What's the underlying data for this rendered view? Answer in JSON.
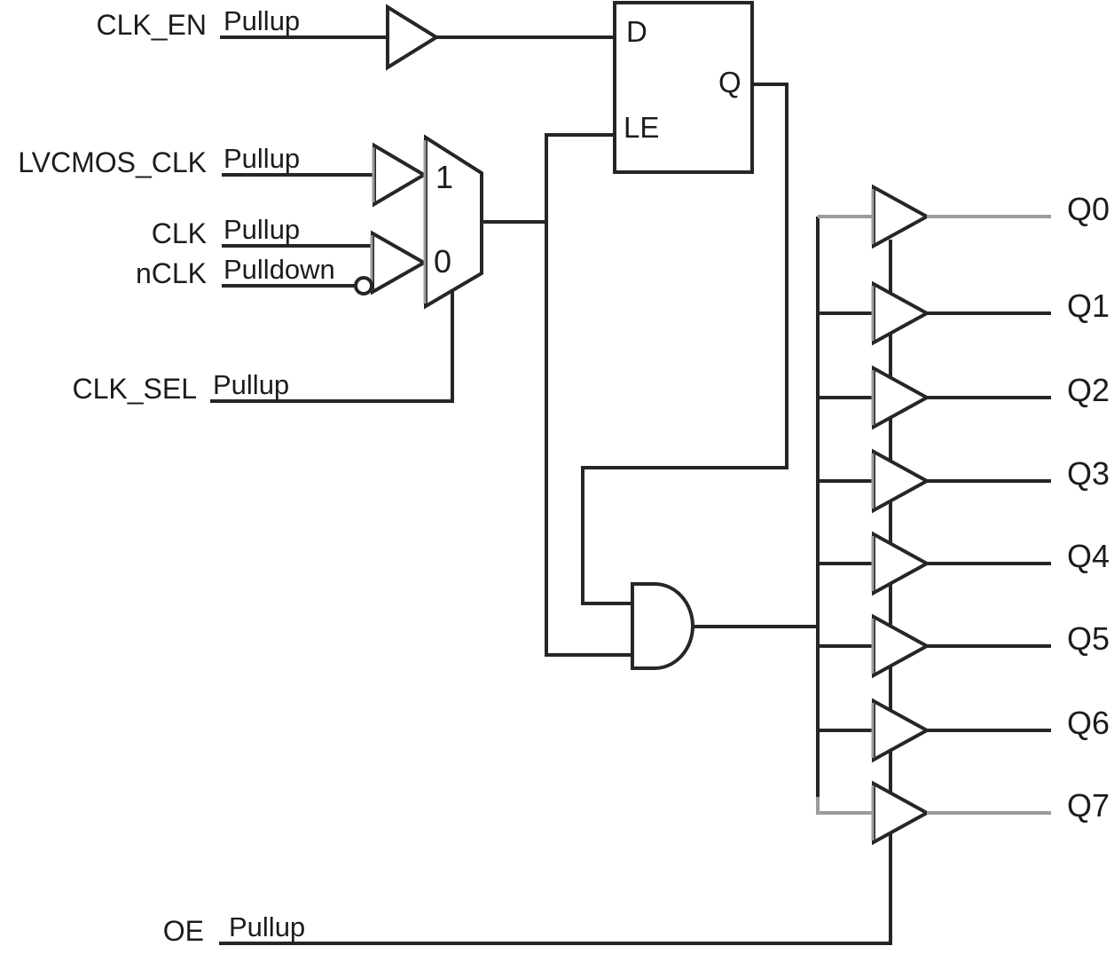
{
  "figure": {
    "type": "circuit-block-diagram",
    "description": "Clock fanout buffer block diagram: input mux, clock-enable latch, AND gate, eight tri-state output buffers",
    "background": "#ffffff",
    "colors": {
      "wire": "#262626",
      "gray_wire": "#9b9b9b",
      "text": "#1c1c1c"
    },
    "inputs": [
      {
        "id": "clk_en",
        "label": "CLK_EN",
        "resistor": "Pullup"
      },
      {
        "id": "lvcmos_clk",
        "label": "LVCMOS_CLK",
        "resistor": "Pullup"
      },
      {
        "id": "clk",
        "label": "CLK",
        "resistor": "Pullup"
      },
      {
        "id": "nclk",
        "label": "nCLK",
        "resistor": "Pulldown"
      },
      {
        "id": "clk_sel",
        "label": "CLK_SEL",
        "resistor": "Pullup"
      },
      {
        "id": "oe",
        "label": "OE",
        "resistor": "Pullup"
      }
    ],
    "latch": {
      "d_label": "D",
      "q_label": "Q",
      "le_label": "LE"
    },
    "mux": {
      "input1_label": "1",
      "input0_label": "0"
    },
    "outputs": [
      {
        "label": "Q0"
      },
      {
        "label": "Q1"
      },
      {
        "label": "Q2"
      },
      {
        "label": "Q3"
      },
      {
        "label": "Q4"
      },
      {
        "label": "Q5"
      },
      {
        "label": "Q6"
      },
      {
        "label": "Q7"
      }
    ]
  }
}
